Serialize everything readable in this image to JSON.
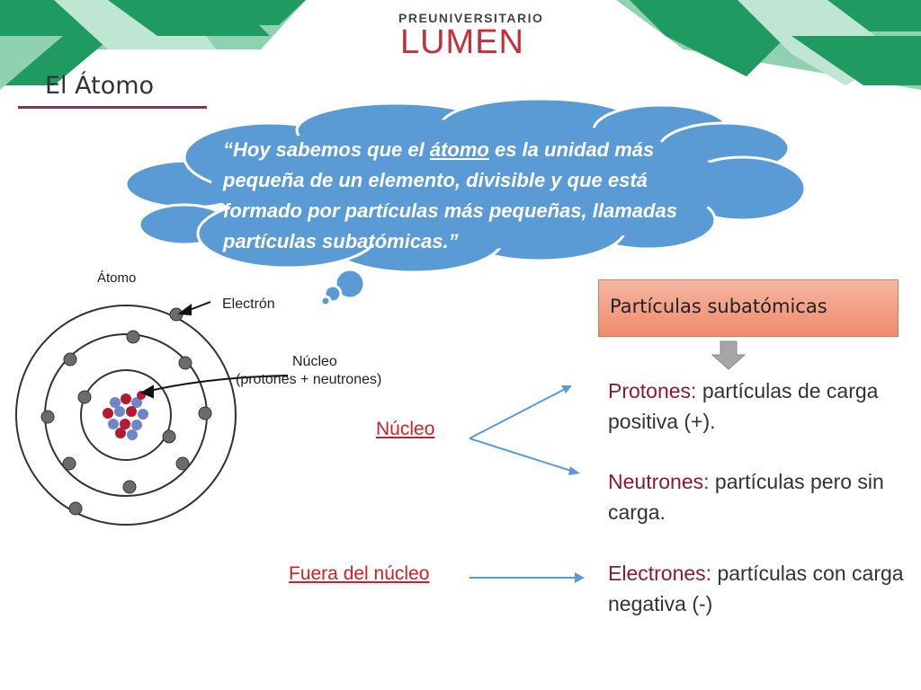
{
  "header": {
    "logo_top": "PREUNIVERSITARIO",
    "logo_main": "LUMEN",
    "title": "El Átomo"
  },
  "thought": {
    "quote_open": "“Hoy sabemos que el ",
    "quote_link": "átomo",
    "quote_rest": " es la unidad más pequeña de un elemento, divisible y que está formado por partículas más pequeñas, llamadas partículas subatómicas.”"
  },
  "diagram": {
    "atom_label": "Átomo",
    "electron_label": "Electrón",
    "nucleus_label": "Núcleo",
    "nucleus_detail": "(protones + neutrones)"
  },
  "subatomic": {
    "box_title": "Partículas subatómicas",
    "nucleo_link": "Núcleo",
    "fuera_link": "Fuera del núcleo",
    "items": [
      {
        "term": "Protones:",
        "text": " partículas de carga positiva (+)."
      },
      {
        "term": "Neutrones:",
        "text": " partículas pero sin carga."
      },
      {
        "term": "Electrones:",
        "text": " partículas con carga negativa (-)"
      }
    ]
  },
  "colors": {
    "green_dark": "#1f9a60",
    "green_light": "#8fd1b1",
    "cloud_blue": "#5b9bd5",
    "term_red": "#8b1a2e",
    "link_red": "#d0202a",
    "box_salmon": "#f4a084"
  }
}
